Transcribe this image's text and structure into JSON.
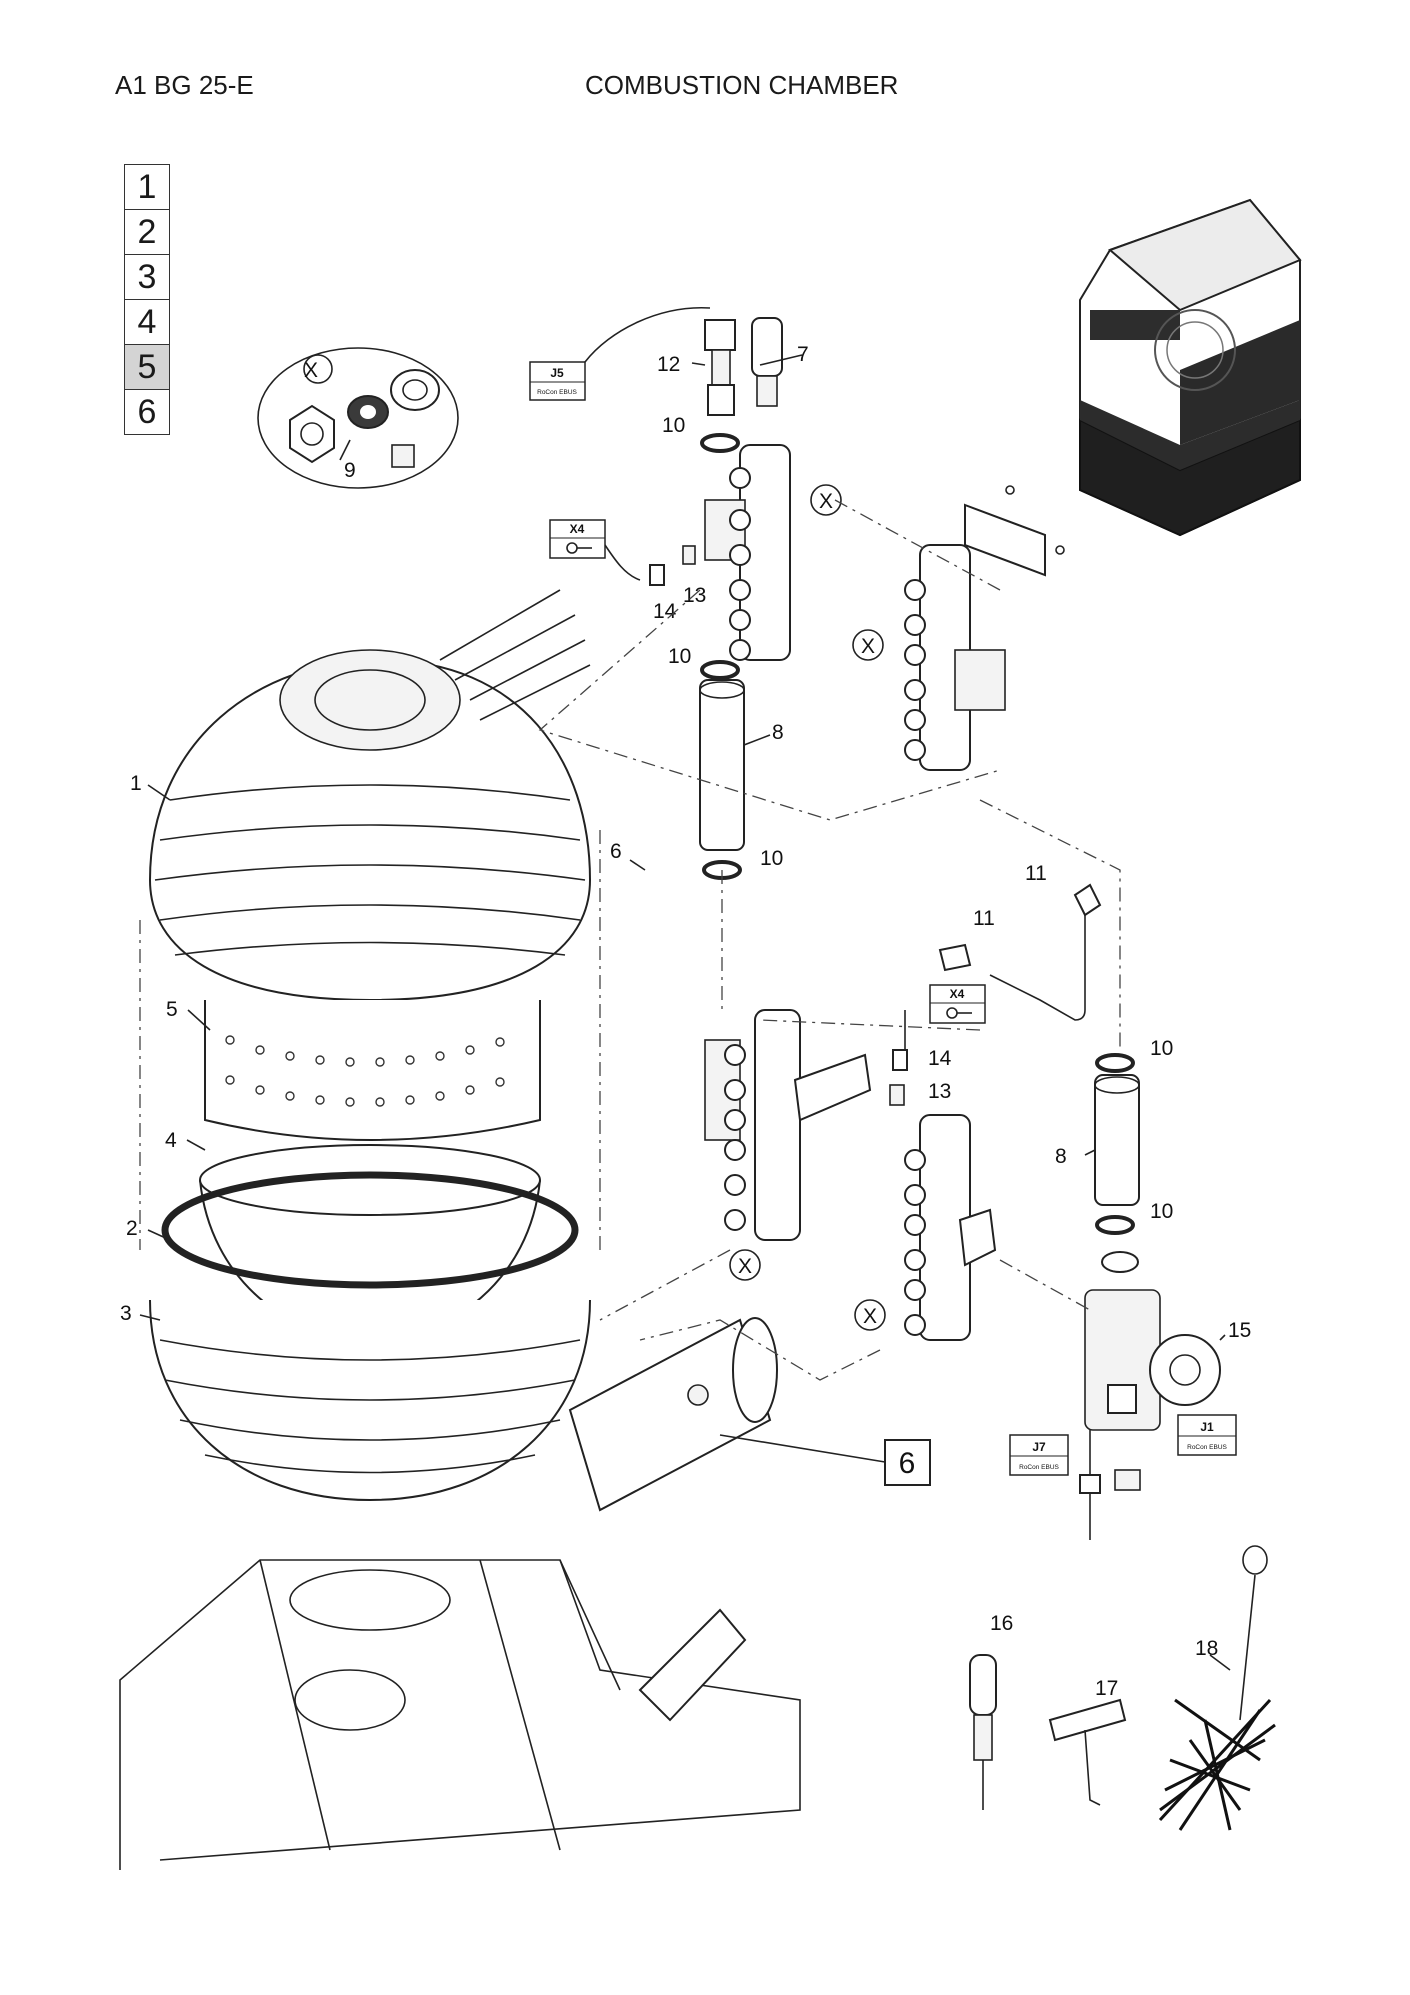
{
  "header": {
    "doc_code": "A1 BG 25-E",
    "title": "COMBUSTION CHAMBER"
  },
  "page_nav": {
    "items": [
      "1",
      "2",
      "3",
      "4",
      "5",
      "6"
    ],
    "active": "5"
  },
  "callouts": {
    "p1": "1",
    "p2": "2",
    "p3": "3",
    "p4": "4",
    "p5": "5",
    "p6": "6",
    "p7": "7",
    "p8a": "8",
    "p8b": "8",
    "p9": "9",
    "p10a": "10",
    "p10b": "10",
    "p10c": "10",
    "p10d": "10",
    "p10e": "10",
    "p11a": "11",
    "p11b": "11",
    "p12": "12",
    "p13a": "13",
    "p13b": "13",
    "p14a": "14",
    "p14b": "14",
    "p15": "15",
    "p16": "16",
    "p17": "17",
    "p18": "18",
    "x_detail": "X",
    "x_manifold_top": "X",
    "x_manifold_right": "X",
    "x_manifold_bottom": "X",
    "x_manifold_bottom_right": "X",
    "boxed_6": "6"
  },
  "connector_tags": {
    "j5": {
      "code": "J5",
      "sub": "RoCon EBUS"
    },
    "x4_top": {
      "code": "X4"
    },
    "x4_mid": {
      "code": "X4"
    },
    "j7": {
      "code": "J7",
      "sub": "RoCon EBUS"
    },
    "j1": {
      "code": "J1",
      "sub": "RoCon EBUS"
    }
  }
}
